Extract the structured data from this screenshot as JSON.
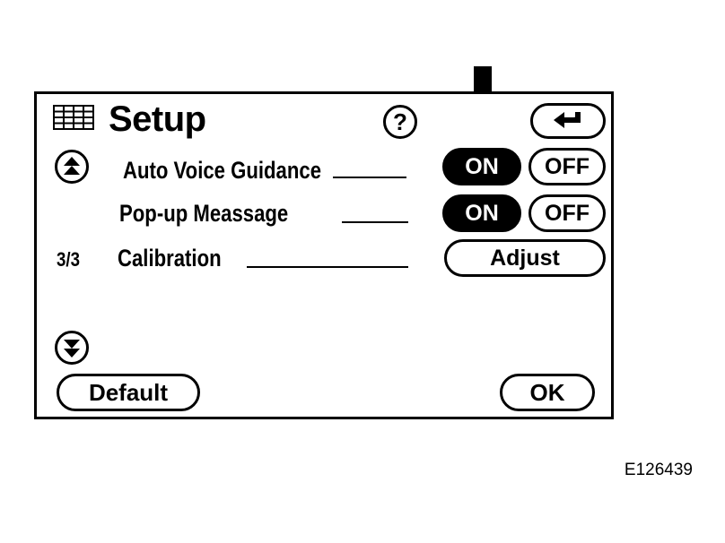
{
  "header": {
    "title": "Setup",
    "help_label": "?"
  },
  "settings": [
    {
      "label": "Auto Voice Guidance",
      "on_label": "ON",
      "off_label": "OFF",
      "selected": "ON"
    },
    {
      "label": "Pop-up Meassage",
      "on_label": "ON",
      "off_label": "OFF",
      "selected": "ON"
    },
    {
      "label": "Calibration",
      "action_label": "Adjust"
    }
  ],
  "page_indicator": "3/3",
  "footer": {
    "default_label": "Default",
    "ok_label": "OK"
  },
  "figure_code": "E126439",
  "icons": {
    "menu": "list-grid-icon",
    "back": "return-arrow-icon",
    "scroll_up": "scroll-up-icon",
    "scroll_down": "scroll-down-icon",
    "pointer": "down-arrow-icon"
  },
  "colors": {
    "on_fill": "#000000",
    "off_fill": "#ffffff"
  }
}
